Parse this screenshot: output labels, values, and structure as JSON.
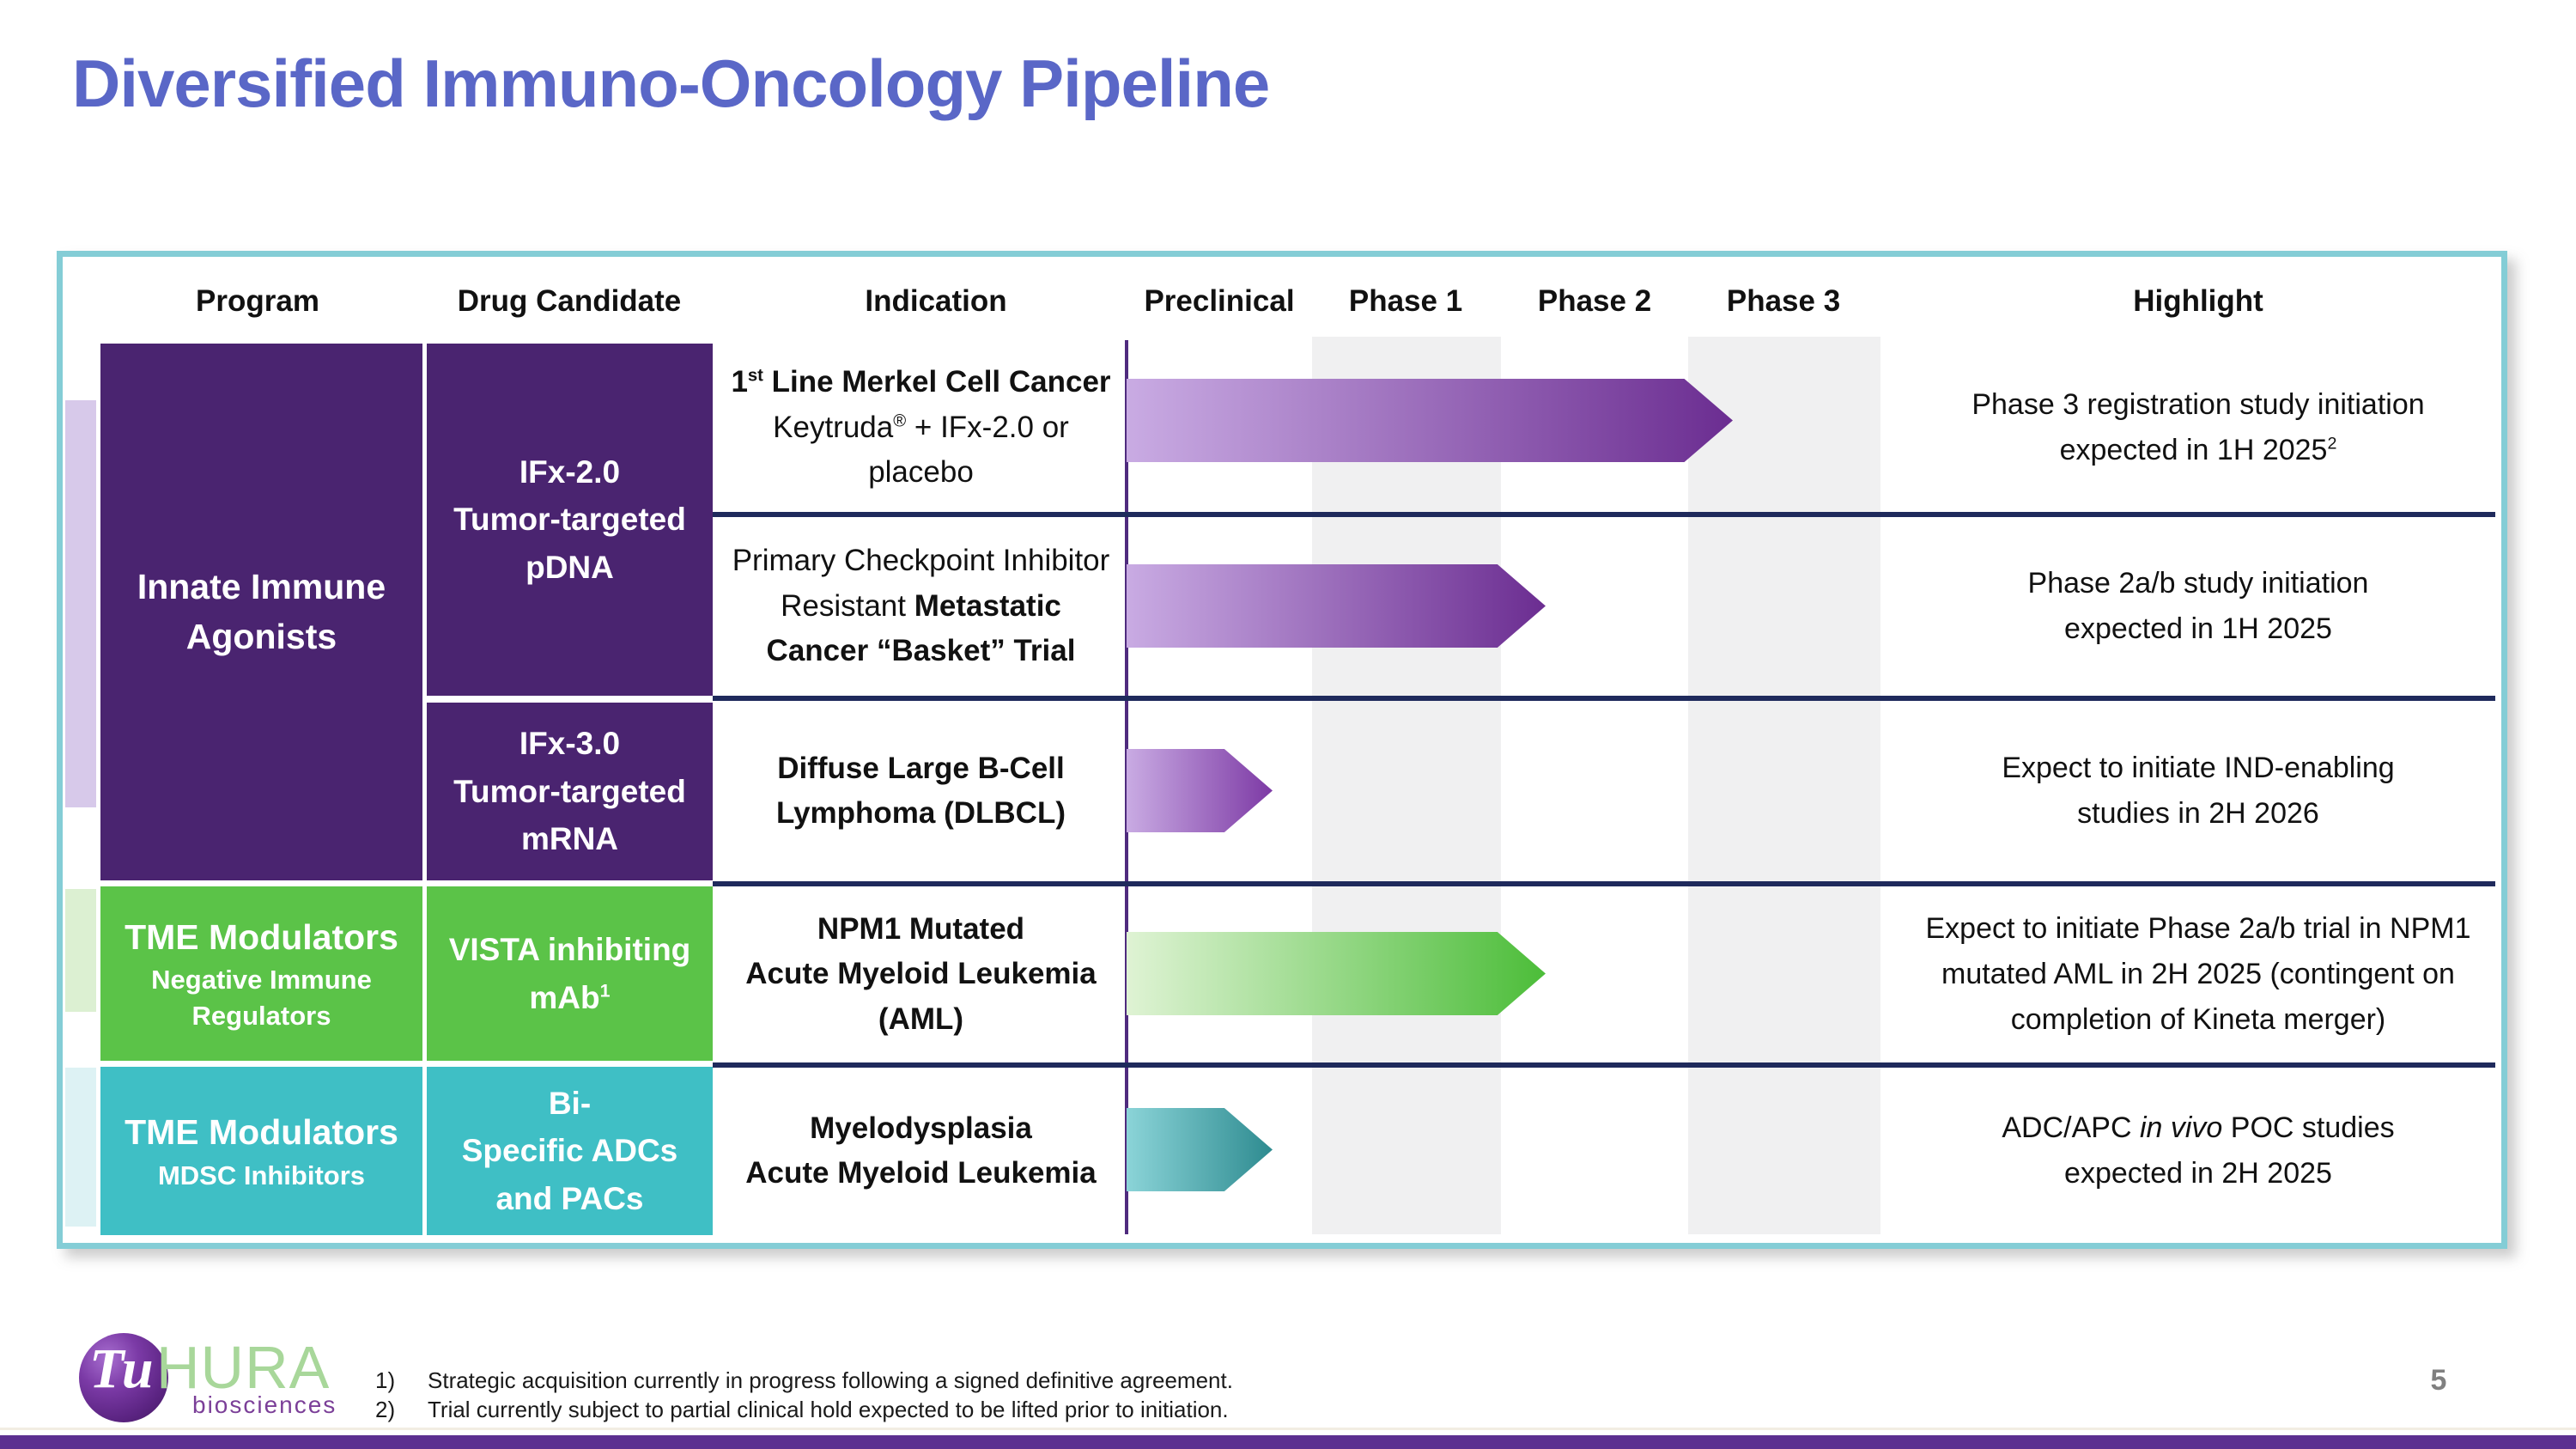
{
  "slide": {
    "title": "Diversified Immuno-Oncology Pipeline",
    "page_number": "5"
  },
  "header": {
    "columns": [
      "Program",
      "Drug Candidate",
      "Indication",
      "Preclinical",
      "Phase 1",
      "Phase 2",
      "Phase 3",
      "Highlight"
    ]
  },
  "programs": [
    {
      "label_html": "Innate Immune<br>Agonists",
      "color": "#4A2470"
    },
    {
      "label_html": "TME Modulators",
      "sub_html": "Negative Immune<br>Regulators",
      "color": "#5BC348"
    },
    {
      "label_html": "TME Modulators",
      "sub_html": "MDSC Inhibitors",
      "color": "#3FBFC5"
    }
  ],
  "candidates": [
    {
      "label_html": "IFx-2.0<br>Tumor-targeted<br>pDNA"
    },
    {
      "label_html": "IFx-3.0<br>Tumor-targeted<br>mRNA"
    },
    {
      "label_html": "VISTA inhibiting<br>mAb<sup>1</sup>"
    },
    {
      "label_html": "Bi-<br>Specific ADCs<br>and PACs"
    }
  ],
  "rows": [
    {
      "indication_html": "<b>1<sup>st</sup> Line Merkel Cell Cancer</b><br>Keytruda<sup>&#174;</sup> + IFx-2.0 or<br>placebo",
      "phase_extent": "Entering Phase 3",
      "highlight_html": "Phase 3 registration study initiation<br>expected in 1H 2025<sup>2</sup>"
    },
    {
      "indication_html": "Primary Checkpoint Inhibitor<br>Resistant <b>Metastatic</b><br><b>Cancer &#8220;Basket&#8221; Trial</b>",
      "phase_extent": "Entering Phase 2",
      "highlight_html": "Phase 2a/b study initiation<br>expected in 1H 2025"
    },
    {
      "indication_html": "<b>Diffuse Large B-Cell<br>Lymphoma (DLBCL)</b>",
      "phase_extent": "Preclinical",
      "highlight_html": "Expect to initiate IND-enabling<br>studies in 2H 2026"
    },
    {
      "indication_html": "<b>NPM1 Mutated<br>Acute Myeloid Leukemia<br>(AML)</b>",
      "phase_extent": "Entering Phase 2",
      "highlight_html": "Expect to initiate Phase 2a/b trial in NPM1<br>mutated AML in 2H 2025 (contingent on<br>completion of Kineta merger)"
    },
    {
      "indication_html": "<b>Myelodysplasia<br>Acute Myeloid Leukemia</b>",
      "phase_extent": "Preclinical",
      "highlight_html": "ADC/APC <i>in vivo</i> POC studies<br>expected in 2H 2025"
    }
  ],
  "footnotes": [
    {
      "num": "1)",
      "text": "Strategic acquisition currently in progress following a signed definitive agreement."
    },
    {
      "num": "2)",
      "text": "Trial currently subject to partial clinical hold expected to be lifted prior to initiation."
    }
  ],
  "logo": {
    "tu": "Tu",
    "hura": "HURA",
    "tagline": "biosciences"
  },
  "colors": {
    "title": "#5A67C7",
    "table_border": "#84CDD6",
    "program_purple": "#4A2470",
    "program_green": "#5BC348",
    "program_teal": "#3FBFC5",
    "row_divider": "#1F2A5C",
    "arrow_purple_dark": "#6B2D91",
    "arrow_green_dark": "#4CBD39",
    "arrow_teal_dark": "#2E8B90",
    "bottom_bar": "#5C2F90"
  }
}
